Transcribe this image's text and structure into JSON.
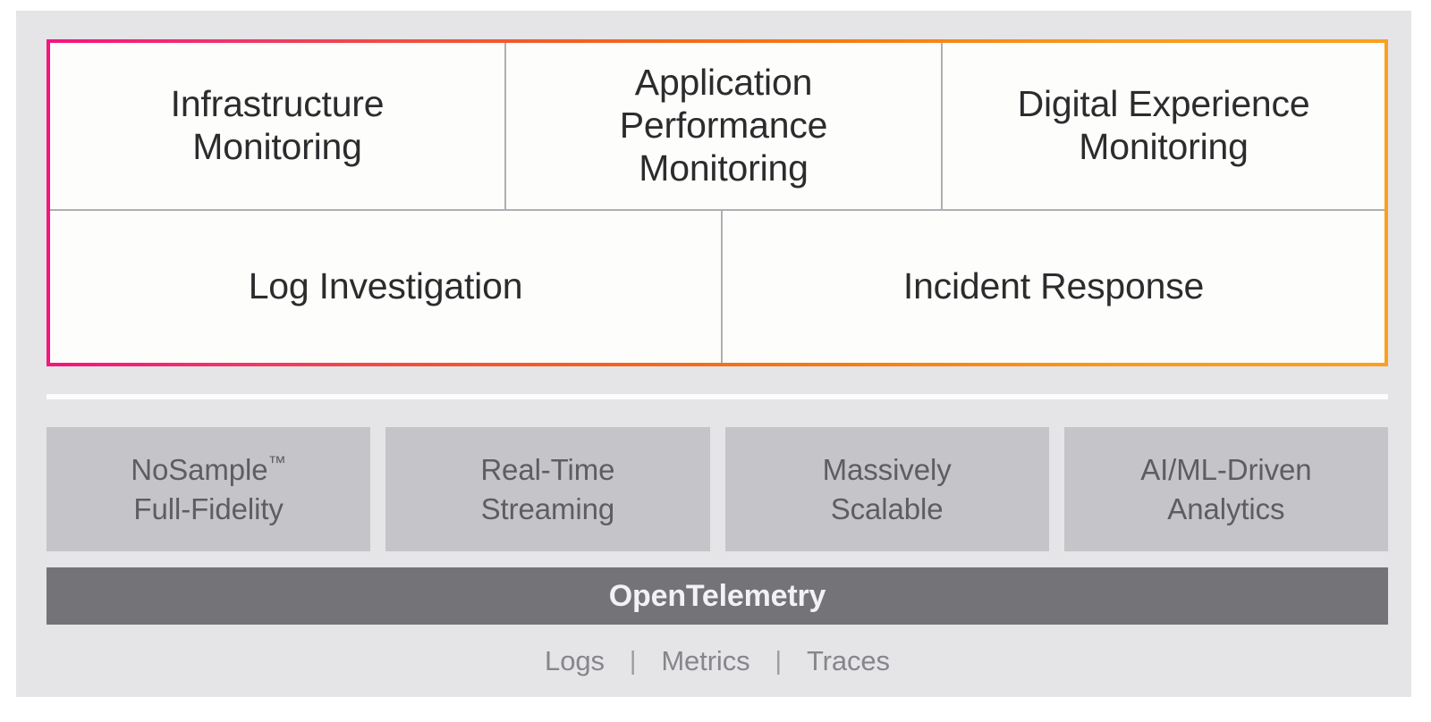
{
  "theme": {
    "page_background": "#FFFFFF",
    "canvas_background": "#E5E4E7",
    "gradient_start": "#F5157F",
    "gradient_mid": "#F26122",
    "gradient_end": "#FBA01E",
    "panel_fill": "#FDFEFB",
    "panel_divider_color": "#AEAEB4",
    "feature_box_fill": "#C5C5C9",
    "feature_text_color": "#5D5D62",
    "otel_bar_fill": "#737378",
    "otel_text_color": "#F2F2F4",
    "footer_text_color": "#86868B",
    "capability_text_color": "#2C2C2E"
  },
  "capability_panel": {
    "rows": [
      {
        "cells": [
          {
            "label": "Infrastructure Monitoring",
            "lines": [
              "Infrastructure",
              "Monitoring"
            ]
          },
          {
            "label": "Application Performance Monitoring",
            "lines": [
              "Application",
              "Performance",
              "Monitoring"
            ]
          },
          {
            "label": "Digital Experience Monitoring",
            "lines": [
              "Digital Experience",
              "Monitoring"
            ]
          }
        ]
      },
      {
        "cells": [
          {
            "label": "Log Investigation",
            "lines": [
              "Log Investigation"
            ]
          },
          {
            "label": "Incident Response",
            "lines": [
              "Incident Response"
            ]
          }
        ]
      }
    ]
  },
  "features": [
    {
      "label": "NoSample™ Full-Fidelity",
      "line1": "NoSample",
      "trademark": "™",
      "line2": "Full-Fidelity"
    },
    {
      "label": "Real-Time Streaming",
      "line1": "Real-Time",
      "trademark": "",
      "line2": "Streaming"
    },
    {
      "label": "Massively Scalable",
      "line1": "Massively",
      "trademark": "",
      "line2": "Scalable"
    },
    {
      "label": "AI/ML-Driven Analytics",
      "line1": "AI/ML-Driven",
      "trademark": "",
      "line2": "Analytics"
    }
  ],
  "foundation": {
    "label": "OpenTelemetry"
  },
  "signals": {
    "items": [
      "Logs",
      "Metrics",
      "Traces"
    ],
    "separator": "|"
  }
}
